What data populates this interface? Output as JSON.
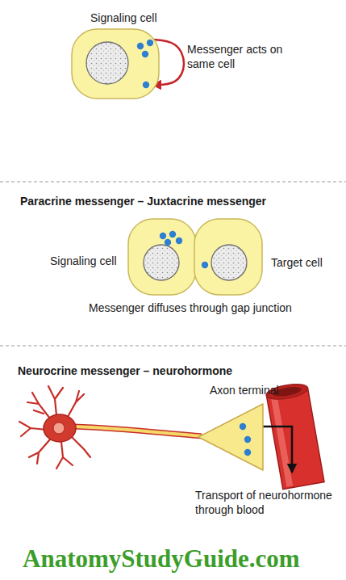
{
  "diagram": {
    "nodes": [
      {
        "text": [
          "Signaling cell"
        ]
      },
      {
        "text": [
          "Signaling cell"
        ]
      },
      {
        "text": [
          "Target cell"
        ]
      },
      {
        "text": [
          "Axon terminal"
        ]
      }
    ],
    "edges": [
      {
        "from": 0,
        "to": 0,
        "arrow": "to",
        "label": "Messenger acts on same cell"
      },
      {
        "from": 1,
        "to": 2,
        "arrow": "to"
      }
    ],
    "labels": [
      "Paracrine messenger – Juxtacrine messenger",
      "Messenger diffuses through gap junction",
      "Neurocrine messenger – neurohormone",
      "Transport of neurohormone through blood",
      "AnatomyStudyGuide.com"
    ]
  }
}
